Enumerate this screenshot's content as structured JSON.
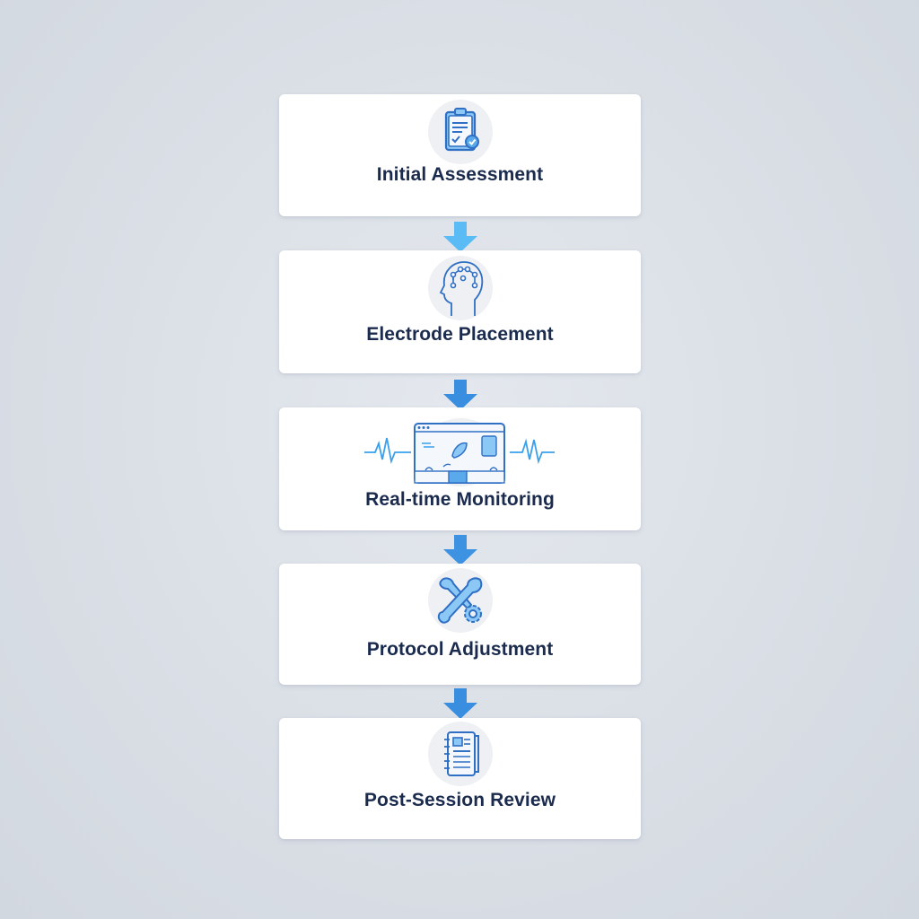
{
  "diagram": {
    "type": "vertical-flowchart",
    "steps": [
      {
        "label": "Initial Assessment",
        "icon": "clipboard-check-icon"
      },
      {
        "label": "Electrode Placement",
        "icon": "head-electrodes-icon"
      },
      {
        "label": "Real-time Monitoring",
        "icon": "monitor-waveform-icon"
      },
      {
        "label": "Protocol Adjustment",
        "icon": "wrench-gear-icon"
      },
      {
        "label": "Post-Session Review",
        "icon": "notebook-report-icon"
      }
    ],
    "connectors": [
      {
        "from": 0,
        "to": 1,
        "color": "#5bbcf5"
      },
      {
        "from": 1,
        "to": 2,
        "color": "#3a8ee0"
      },
      {
        "from": 2,
        "to": 3,
        "color": "#3d93e2"
      },
      {
        "from": 3,
        "to": 4,
        "color": "#3a8ee0"
      }
    ],
    "colors": {
      "background": "#d9dee5",
      "card": "#ffffff",
      "label": "#1b2b4d",
      "icon_stroke": "#2f6fc4",
      "icon_fill": "#8cc8f5",
      "icon_circle": "#eef0f3"
    }
  }
}
